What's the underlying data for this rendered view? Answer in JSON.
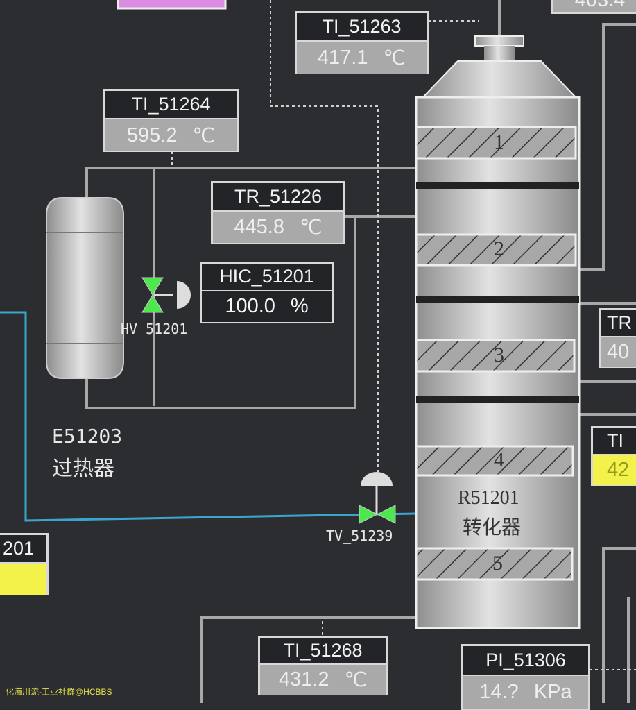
{
  "tags": {
    "ti_51263": {
      "name": "TI_51263",
      "value": "417.1",
      "unit": "℃"
    },
    "ti_51264": {
      "name": "TI_51264",
      "value": "595.2",
      "unit": "℃"
    },
    "tr_51226": {
      "name": "TR_51226",
      "value": "445.8",
      "unit": "℃"
    },
    "hic_51201": {
      "name": "HIC_51201",
      "value": "100.0",
      "unit": "%"
    },
    "ti_51268": {
      "name": "TI_51268",
      "value": "431.2",
      "unit": "℃"
    },
    "pi_51306": {
      "name": "PI_51306",
      "value": "14.?",
      "unit": "KPa"
    },
    "tr_partial": {
      "name": "TR",
      "value": "40"
    },
    "ti_partial": {
      "name": "TI",
      "value": "42"
    },
    "left_partial": {
      "name": "201",
      "value": ""
    },
    "top_partial": {
      "value": "403.4"
    }
  },
  "equipment": {
    "exchanger": {
      "id": "E51203",
      "desc": "过热器"
    },
    "reactor": {
      "id": "R51201",
      "desc": "转化器",
      "beds": [
        "1",
        "2",
        "3",
        "4",
        "5"
      ]
    },
    "valves": {
      "hv": "HV_51201",
      "tv": "TV_51239"
    }
  },
  "colors": {
    "valve": "#4ee84e",
    "alarm_yellow": "#f3f24a",
    "cyan_line": "#3aa6d0"
  },
  "watermark": "化海川流-工业社群@HCBBS"
}
